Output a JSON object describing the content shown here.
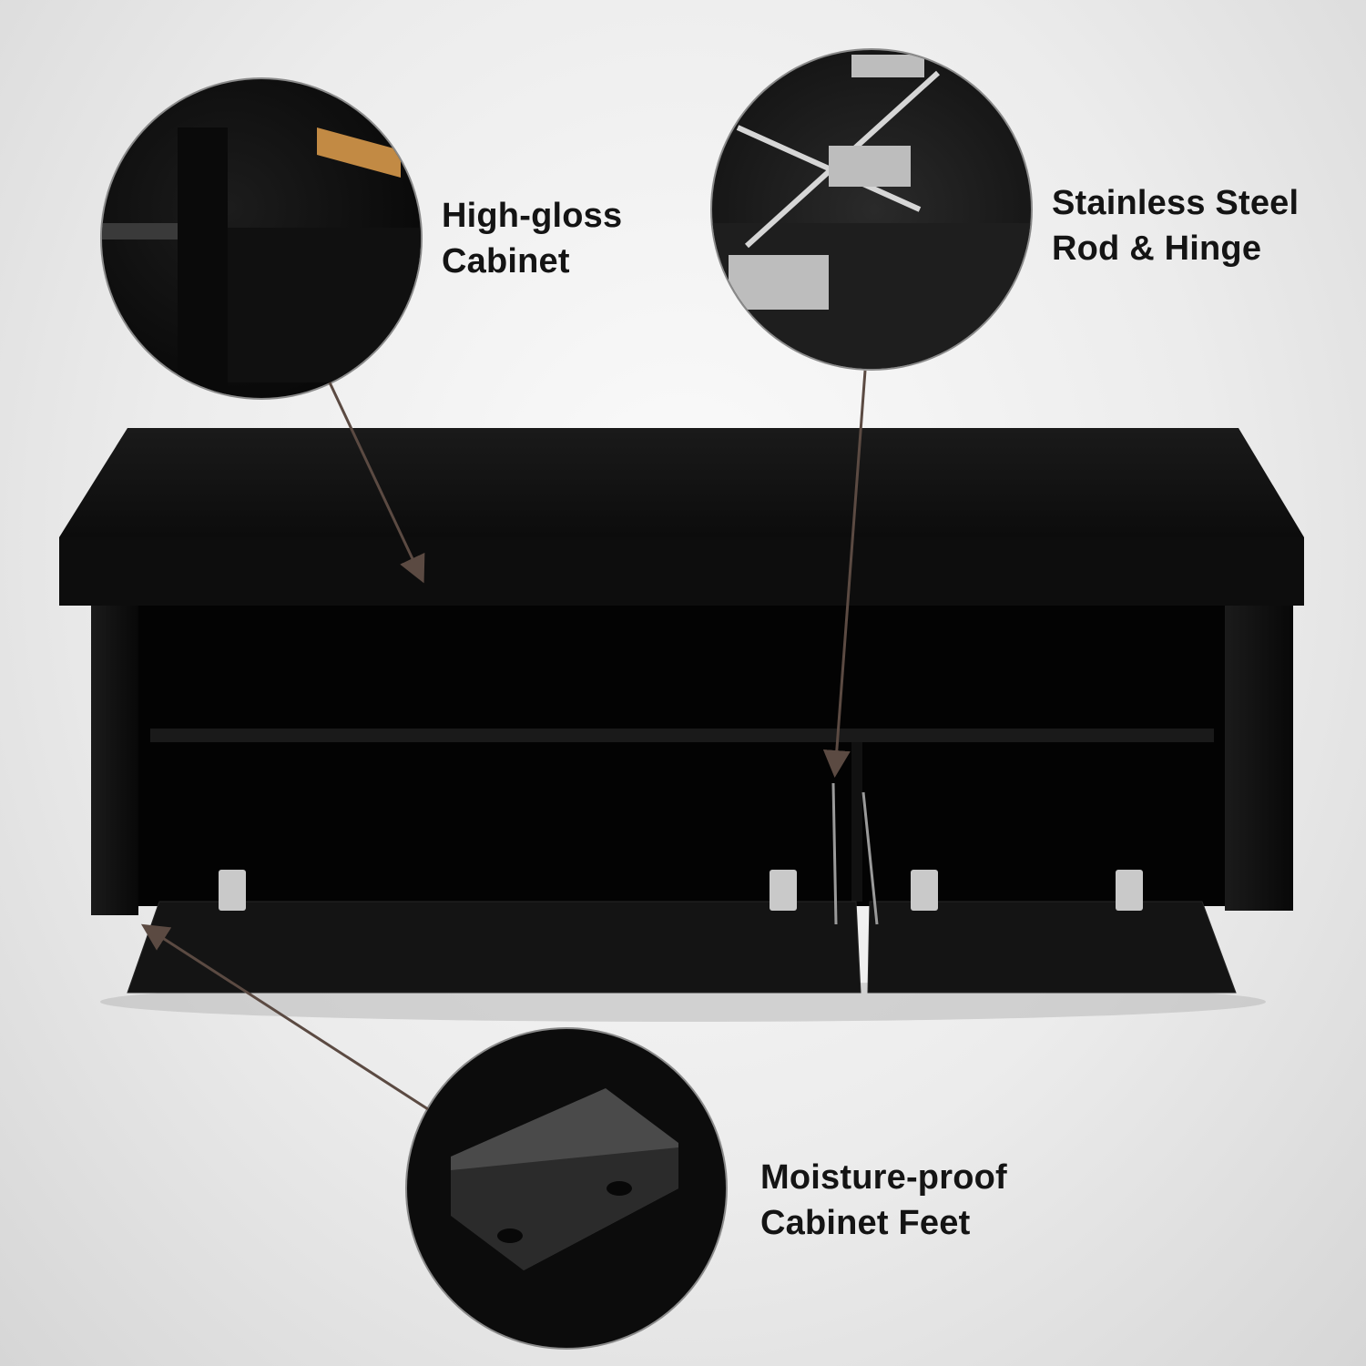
{
  "callouts": [
    {
      "id": "high-gloss",
      "lines": [
        "High-gloss",
        "Cabinet"
      ]
    },
    {
      "id": "rod-hinge",
      "lines": [
        "Stainless Steel",
        "Rod & Hinge"
      ]
    },
    {
      "id": "feet",
      "lines": [
        "Moisture-proof",
        "Cabinet Feet"
      ]
    }
  ],
  "colors": {
    "leader": "#5b4a42",
    "cabinet": "#0b0b0b",
    "background": "#ececec"
  }
}
